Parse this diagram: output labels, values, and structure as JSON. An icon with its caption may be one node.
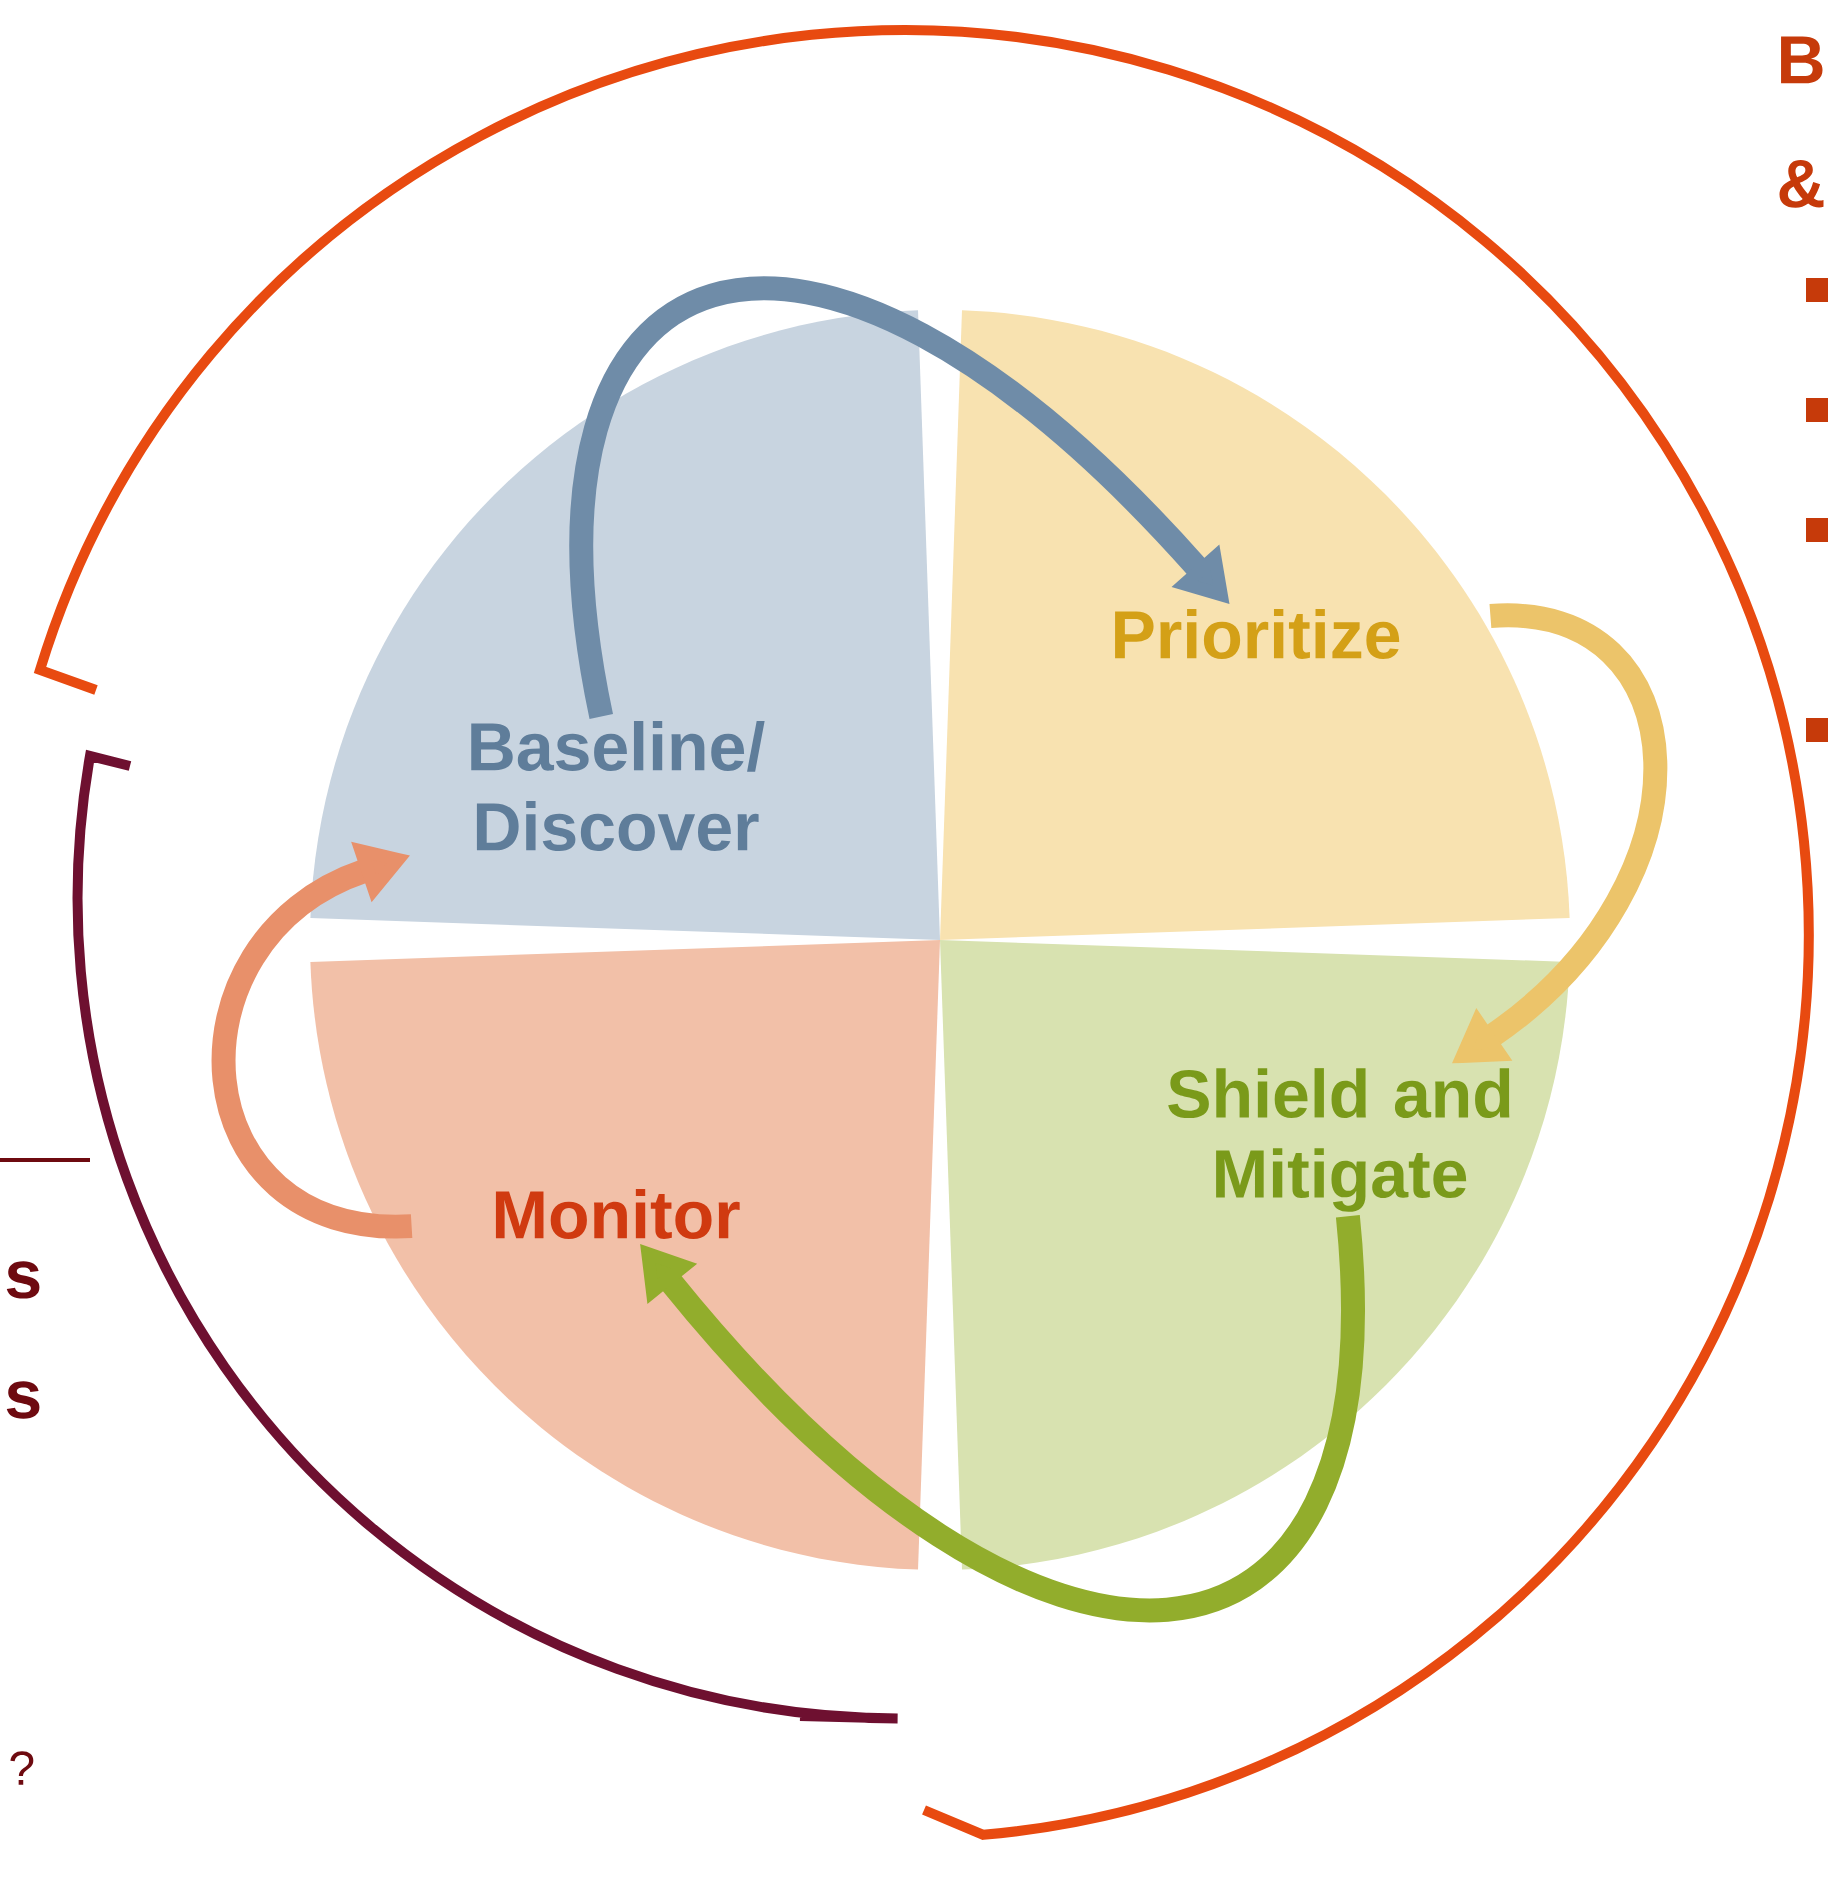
{
  "diagram": {
    "nodes": [
      {
        "text": [
          "Baseline/ Discover"
        ]
      },
      {
        "text": [
          "Prioritize"
        ]
      },
      {
        "text": [
          "Shield and Mitigate"
        ]
      },
      {
        "text": [
          "Monitor"
        ]
      }
    ],
    "edges": [
      {
        "from": 0,
        "to": 1,
        "arrow": "to",
        "color": "#6f8ca8"
      },
      {
        "from": 1,
        "to": 2,
        "arrow": "to",
        "color": "#ecc46a"
      },
      {
        "from": 2,
        "to": 3,
        "arrow": "to",
        "color": "#92ad2c"
      },
      {
        "from": 3,
        "to": 0,
        "arrow": "to",
        "color": "#e8906a"
      }
    ],
    "labels": [
      "B",
      "&",
      "s",
      "s",
      "?"
    ]
  }
}
